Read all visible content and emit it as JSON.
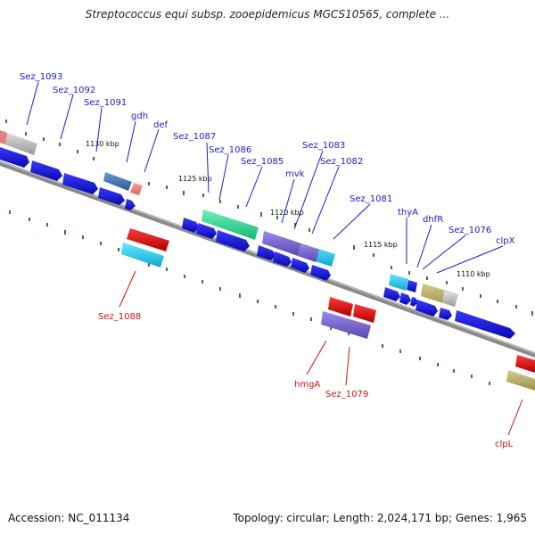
{
  "title": "Streptococcus equi subsp. zooepidemicus MGCS10565, complete ...",
  "accession": "Accession: NC_011134",
  "summary": "Topology: circular; Length: 2,024,171 bp; Genes: 1,965",
  "ruler_labels": [
    "1130 kbp",
    "1125 kbp",
    "1120 kbp",
    "1115 kbp",
    "1110 kbp"
  ],
  "genes_top": [
    "Sez_1093",
    "Sez_1092",
    "Sez_1091",
    "gdh",
    "def",
    "Sez_1087",
    "Sez_1086",
    "Sez_1085",
    "mvk",
    "Sez_1083",
    "Sez_1082",
    "Sez_1081",
    "thyA",
    "dhfR",
    "Sez_1076",
    "clpX"
  ],
  "genes_bottom": [
    "Sez_1088",
    "hmgA",
    "Sez_1079",
    "clpL"
  ],
  "colors": {
    "label_blue": "#1a1acc",
    "label_red": "#cc1111",
    "tick_green": "#2a7d2a",
    "backbone": "#8a8a8a",
    "cds": "#1111cc"
  }
}
